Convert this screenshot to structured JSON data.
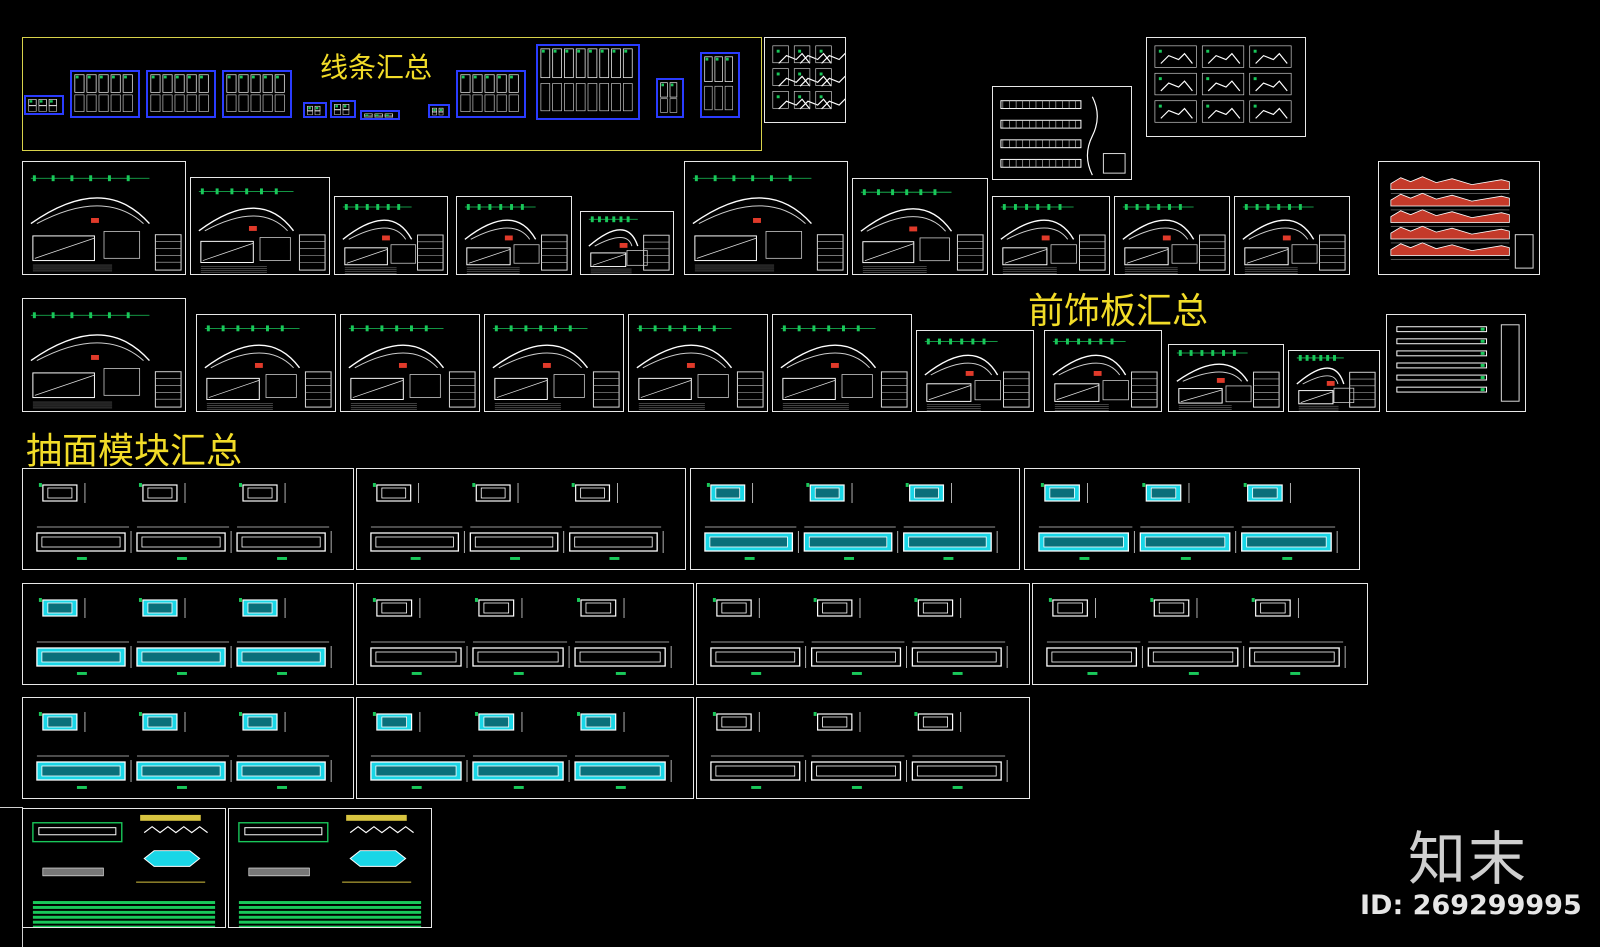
{
  "labels": {
    "moldings": "线条汇总",
    "front_panels": "前饰板汇总",
    "drawer_modules": "抽面模块汇总"
  },
  "watermark": {
    "logo": "知末",
    "id": "ID: 269299995"
  },
  "colors": {
    "background": "#000000",
    "label": "#f2dc28",
    "frame": "#e8e8e8",
    "cyan": "#19d6e6",
    "blue": "#2a3cff",
    "green": "#19c85a"
  }
}
